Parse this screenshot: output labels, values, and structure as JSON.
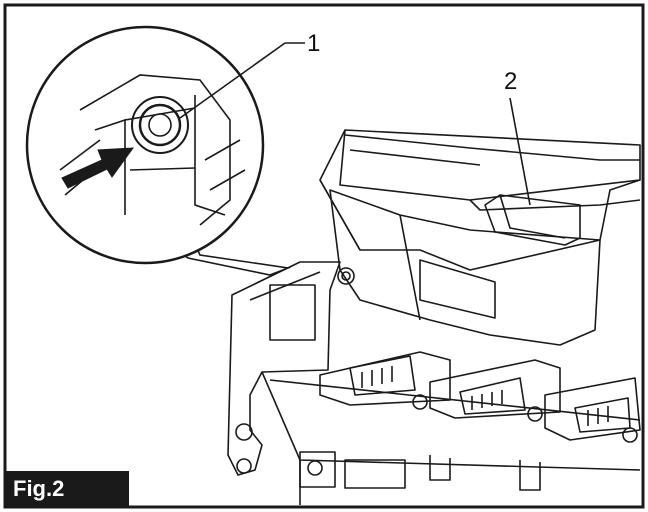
{
  "figure": {
    "label": "Fig.2",
    "callouts": [
      {
        "id": "1",
        "text": "1"
      },
      {
        "id": "2",
        "text": "2"
      }
    ],
    "colors": {
      "line": "#1a1a1a",
      "background": "#ffffff",
      "label_bg": "#1a1a1a",
      "label_text": "#ffffff"
    }
  }
}
